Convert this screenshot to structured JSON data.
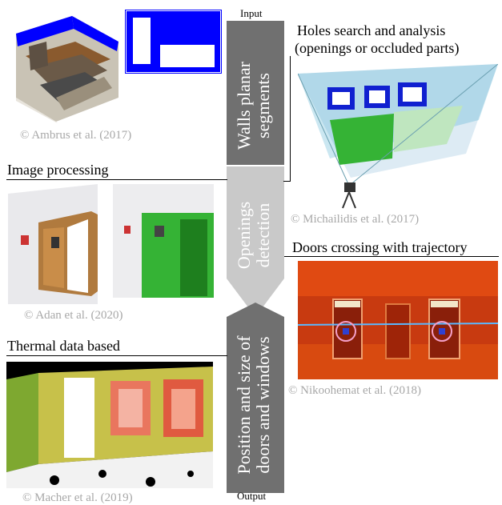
{
  "pipeline": {
    "input_label": "Input",
    "output_label": "Output",
    "step_1": [
      "Walls planar",
      "segments"
    ],
    "step_2": [
      "Openings",
      "detection"
    ],
    "step_3": [
      "Position and size of",
      "doors and windows"
    ]
  },
  "methods": {
    "image_processing": "Image processing",
    "holes_search": [
      "Holes search and analysis",
      "(openings or occluded parts)"
    ],
    "doors_crossing": "Doors crossing with trajectory",
    "thermal": "Thermal data based"
  },
  "credits": {
    "ambrus": "© Ambrus et al. (2017)",
    "michailidis": "© Michailidis et al. (2017)",
    "adan": "© Adan et al. (2020)",
    "nikoohemat": "© Nikoohemat et al. (2018)",
    "macher": "© Macher et al. (2019)"
  },
  "colors": {
    "step_dark": "#707070",
    "step_light": "#c9c9c9",
    "segment_blue": "#0000ff",
    "door_green": "#35b335",
    "thermal_red": "#c83a10"
  }
}
